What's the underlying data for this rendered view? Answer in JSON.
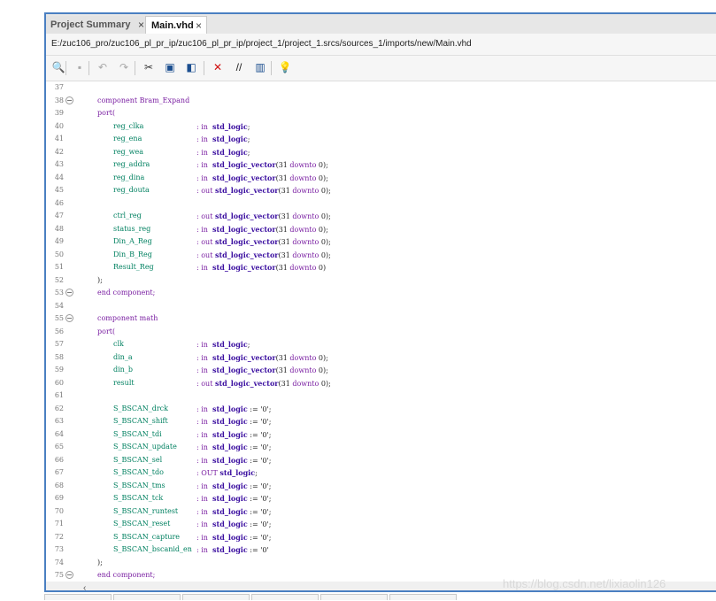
{
  "tabs": [
    {
      "label": "Project Summary",
      "active": false
    },
    {
      "label": "Main.vhd",
      "active": true
    }
  ],
  "close_glyph": "×",
  "file_path": "E:/zuc106_pro/zuc106_pl_pr_ip/zuc106_pl_pr_ip/project_1/project_1.srcs/sources_1/imports/new/Main.vhd",
  "toolbar": {
    "icons": [
      "search-icon",
      "save-icon",
      "undo-icon",
      "redo-icon",
      "cut-icon",
      "copy-icon",
      "paste-icon",
      "delete-icon",
      "comment-icon",
      "columns-icon",
      "lightbulb-icon"
    ],
    "glyphs": [
      "🔍",
      "▪",
      "↶",
      "↷",
      "✂",
      "▣",
      "◧",
      "✕",
      "//",
      "▥",
      "💡"
    ]
  },
  "code_lines": [
    {
      "n": "37",
      "fold": false,
      "parts": []
    },
    {
      "n": "38",
      "fold": true,
      "parts": [
        {
          "t": "component Bram_Expand",
          "c": "kw"
        }
      ]
    },
    {
      "n": "39",
      "fold": false,
      "parts": [
        {
          "t": "port(",
          "c": "kw"
        }
      ]
    },
    {
      "n": "40",
      "fold": false,
      "name": "reg_clka",
      "decl": [
        {
          "t": ": in  ",
          "c": "mr"
        },
        {
          "t": "std_logic",
          "c": "ty"
        },
        {
          "t": ";",
          "c": "lit"
        }
      ]
    },
    {
      "n": "41",
      "fold": false,
      "name": "reg_ena",
      "decl": [
        {
          "t": ": in  ",
          "c": "mr"
        },
        {
          "t": "std_logic",
          "c": "ty"
        },
        {
          "t": ";",
          "c": "lit"
        }
      ]
    },
    {
      "n": "42",
      "fold": false,
      "name": "reg_wea",
      "decl": [
        {
          "t": ": in  ",
          "c": "mr"
        },
        {
          "t": "std_logic",
          "c": "ty"
        },
        {
          "t": ";",
          "c": "lit"
        }
      ]
    },
    {
      "n": "43",
      "fold": false,
      "name": "reg_addra",
      "decl": [
        {
          "t": ": in  ",
          "c": "mr"
        },
        {
          "t": "std_logic_vector",
          "c": "ty"
        },
        {
          "t": "(31 ",
          "c": "lit"
        },
        {
          "t": "downto",
          "c": "mr"
        },
        {
          "t": " 0);",
          "c": "lit"
        }
      ]
    },
    {
      "n": "44",
      "fold": false,
      "name": "reg_dina",
      "decl": [
        {
          "t": ": in  ",
          "c": "mr"
        },
        {
          "t": "std_logic_vector",
          "c": "ty"
        },
        {
          "t": "(31 ",
          "c": "lit"
        },
        {
          "t": "downto",
          "c": "mr"
        },
        {
          "t": " 0);",
          "c": "lit"
        }
      ]
    },
    {
      "n": "45",
      "fold": false,
      "name": "reg_douta",
      "decl": [
        {
          "t": ": out ",
          "c": "mr"
        },
        {
          "t": "std_logic_vector",
          "c": "ty"
        },
        {
          "t": "(31 ",
          "c": "lit"
        },
        {
          "t": "downto",
          "c": "mr"
        },
        {
          "t": " 0);",
          "c": "lit"
        }
      ]
    },
    {
      "n": "46",
      "fold": false,
      "parts": []
    },
    {
      "n": "47",
      "fold": false,
      "name": "ctrl_reg",
      "decl": [
        {
          "t": ": out ",
          "c": "mr"
        },
        {
          "t": "std_logic_vector",
          "c": "ty"
        },
        {
          "t": "(31 ",
          "c": "lit"
        },
        {
          "t": "downto",
          "c": "mr"
        },
        {
          "t": " 0);",
          "c": "lit"
        }
      ]
    },
    {
      "n": "48",
      "fold": false,
      "name": "status_reg",
      "decl": [
        {
          "t": ": in  ",
          "c": "mr"
        },
        {
          "t": "std_logic_vector",
          "c": "ty"
        },
        {
          "t": "(31 ",
          "c": "lit"
        },
        {
          "t": "downto",
          "c": "mr"
        },
        {
          "t": " 0);",
          "c": "lit"
        }
      ]
    },
    {
      "n": "49",
      "fold": false,
      "name": "Din_A_Reg",
      "decl": [
        {
          "t": ": out ",
          "c": "mr"
        },
        {
          "t": "std_logic_vector",
          "c": "ty"
        },
        {
          "t": "(31 ",
          "c": "lit"
        },
        {
          "t": "downto",
          "c": "mr"
        },
        {
          "t": " 0);",
          "c": "lit"
        }
      ]
    },
    {
      "n": "50",
      "fold": false,
      "name": "Din_B_Reg",
      "decl": [
        {
          "t": ": out ",
          "c": "mr"
        },
        {
          "t": "std_logic_vector",
          "c": "ty"
        },
        {
          "t": "(31 ",
          "c": "lit"
        },
        {
          "t": "downto",
          "c": "mr"
        },
        {
          "t": " 0);",
          "c": "lit"
        }
      ]
    },
    {
      "n": "51",
      "fold": false,
      "name": "Result_Reg",
      "decl": [
        {
          "t": ": in  ",
          "c": "mr"
        },
        {
          "t": "std_logic_vector",
          "c": "ty"
        },
        {
          "t": "(31 ",
          "c": "lit"
        },
        {
          "t": "downto",
          "c": "mr"
        },
        {
          "t": " 0)",
          "c": "lit"
        }
      ]
    },
    {
      "n": "52",
      "fold": false,
      "parts": [
        {
          "t": ");",
          "c": "lit"
        }
      ]
    },
    {
      "n": "53",
      "fold": true,
      "parts": [
        {
          "t": "end component;",
          "c": "kw"
        }
      ]
    },
    {
      "n": "54",
      "fold": false,
      "parts": []
    },
    {
      "n": "55",
      "fold": true,
      "parts": [
        {
          "t": "component math",
          "c": "kw"
        }
      ]
    },
    {
      "n": "56",
      "fold": false,
      "parts": [
        {
          "t": "port(",
          "c": "kw"
        }
      ]
    },
    {
      "n": "57",
      "fold": false,
      "name": "clk",
      "decl": [
        {
          "t": ": in  ",
          "c": "mr"
        },
        {
          "t": "std_logic",
          "c": "ty"
        },
        {
          "t": ";",
          "c": "lit"
        }
      ]
    },
    {
      "n": "58",
      "fold": false,
      "name": "din_a",
      "decl": [
        {
          "t": ": in  ",
          "c": "mr"
        },
        {
          "t": "std_logic_vector",
          "c": "ty"
        },
        {
          "t": "(31 ",
          "c": "lit"
        },
        {
          "t": "downto",
          "c": "mr"
        },
        {
          "t": " 0);",
          "c": "lit"
        }
      ]
    },
    {
      "n": "59",
      "fold": false,
      "name": "din_b",
      "decl": [
        {
          "t": ": in  ",
          "c": "mr"
        },
        {
          "t": "std_logic_vector",
          "c": "ty"
        },
        {
          "t": "(31 ",
          "c": "lit"
        },
        {
          "t": "downto",
          "c": "mr"
        },
        {
          "t": " 0);",
          "c": "lit"
        }
      ]
    },
    {
      "n": "60",
      "fold": false,
      "name": "result",
      "decl": [
        {
          "t": ": out ",
          "c": "mr"
        },
        {
          "t": "std_logic_vector",
          "c": "ty"
        },
        {
          "t": "(31 ",
          "c": "lit"
        },
        {
          "t": "downto",
          "c": "mr"
        },
        {
          "t": " 0);",
          "c": "lit"
        }
      ]
    },
    {
      "n": "61",
      "fold": false,
      "parts": []
    },
    {
      "n": "62",
      "fold": false,
      "name": "S_BSCAN_drck",
      "decl": [
        {
          "t": ": in  ",
          "c": "mr"
        },
        {
          "t": "std_logic",
          "c": "ty"
        },
        {
          "t": " := '0';",
          "c": "lit"
        }
      ]
    },
    {
      "n": "63",
      "fold": false,
      "name": "S_BSCAN_shift",
      "decl": [
        {
          "t": ": in  ",
          "c": "mr"
        },
        {
          "t": "std_logic",
          "c": "ty"
        },
        {
          "t": " := '0';",
          "c": "lit"
        }
      ]
    },
    {
      "n": "64",
      "fold": false,
      "name": "S_BSCAN_tdi",
      "decl": [
        {
          "t": ": in  ",
          "c": "mr"
        },
        {
          "t": "std_logic",
          "c": "ty"
        },
        {
          "t": " := '0';",
          "c": "lit"
        }
      ]
    },
    {
      "n": "65",
      "fold": false,
      "name": "S_BSCAN_update",
      "decl": [
        {
          "t": ": in  ",
          "c": "mr"
        },
        {
          "t": "std_logic",
          "c": "ty"
        },
        {
          "t": " := '0';",
          "c": "lit"
        }
      ]
    },
    {
      "n": "66",
      "fold": false,
      "name": "S_BSCAN_sel",
      "decl": [
        {
          "t": ": in  ",
          "c": "mr"
        },
        {
          "t": "std_logic",
          "c": "ty"
        },
        {
          "t": " := '0';",
          "c": "lit"
        }
      ]
    },
    {
      "n": "67",
      "fold": false,
      "name": "S_BSCAN_tdo",
      "decl": [
        {
          "t": ": OUT ",
          "c": "mr"
        },
        {
          "t": "std_logic",
          "c": "ty"
        },
        {
          "t": ";",
          "c": "lit"
        }
      ]
    },
    {
      "n": "68",
      "fold": false,
      "name": "S_BSCAN_tms",
      "decl": [
        {
          "t": ": in  ",
          "c": "mr"
        },
        {
          "t": "std_logic",
          "c": "ty"
        },
        {
          "t": " := '0';",
          "c": "lit"
        }
      ]
    },
    {
      "n": "69",
      "fold": false,
      "name": "S_BSCAN_tck",
      "decl": [
        {
          "t": ": in  ",
          "c": "mr"
        },
        {
          "t": "std_logic",
          "c": "ty"
        },
        {
          "t": " := '0';",
          "c": "lit"
        }
      ]
    },
    {
      "n": "70",
      "fold": false,
      "name": "S_BSCAN_runtest",
      "decl": [
        {
          "t": ": in  ",
          "c": "mr"
        },
        {
          "t": "std_logic",
          "c": "ty"
        },
        {
          "t": " := '0';",
          "c": "lit"
        }
      ]
    },
    {
      "n": "71",
      "fold": false,
      "name": "S_BSCAN_reset",
      "decl": [
        {
          "t": ": in  ",
          "c": "mr"
        },
        {
          "t": "std_logic",
          "c": "ty"
        },
        {
          "t": " := '0';",
          "c": "lit"
        }
      ]
    },
    {
      "n": "72",
      "fold": false,
      "name": "S_BSCAN_capture",
      "decl": [
        {
          "t": ": in  ",
          "c": "mr"
        },
        {
          "t": "std_logic",
          "c": "ty"
        },
        {
          "t": " := '0';",
          "c": "lit"
        }
      ]
    },
    {
      "n": "73",
      "fold": false,
      "name": "S_BSCAN_bscanid_en",
      "decl": [
        {
          "t": ": in  ",
          "c": "mr"
        },
        {
          "t": "std_logic",
          "c": "ty"
        },
        {
          "t": " := '0'",
          "c": "lit"
        }
      ]
    },
    {
      "n": "74",
      "fold": false,
      "parts": [
        {
          "t": ");",
          "c": "lit"
        }
      ]
    },
    {
      "n": "75",
      "fold": true,
      "parts": [
        {
          "t": "end component;",
          "c": "kw"
        }
      ]
    }
  ],
  "scroll_left_glyph": "‹",
  "watermark": "https://blog.csdn.net/lixiaolin126"
}
